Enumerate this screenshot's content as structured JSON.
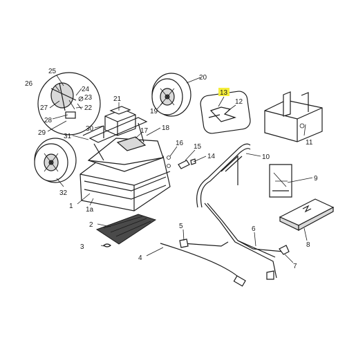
{
  "labels": {
    "p1": "1",
    "p1a": "1a",
    "p2": "2",
    "p3": "3",
    "p4": "4",
    "p5": "5",
    "p6": "6",
    "p7": "7",
    "p8": "8",
    "p9": "9",
    "p10": "10",
    "p11": "11",
    "p12": "12",
    "p13": "13",
    "p14": "14",
    "p15": "15",
    "p16": "16",
    "p17": "17",
    "p18": "18",
    "p19": "19",
    "p20": "20",
    "p21": "21",
    "p22": "22",
    "p23": "23",
    "p24": "24",
    "p25": "25",
    "p26": "26",
    "p27": "27",
    "p28": "28",
    "p29": "29",
    "p30": "30",
    "p31": "31",
    "p32": "32"
  },
  "colors": {
    "highlight": "#f5ee3a",
    "ink": "#1a1a1a"
  }
}
